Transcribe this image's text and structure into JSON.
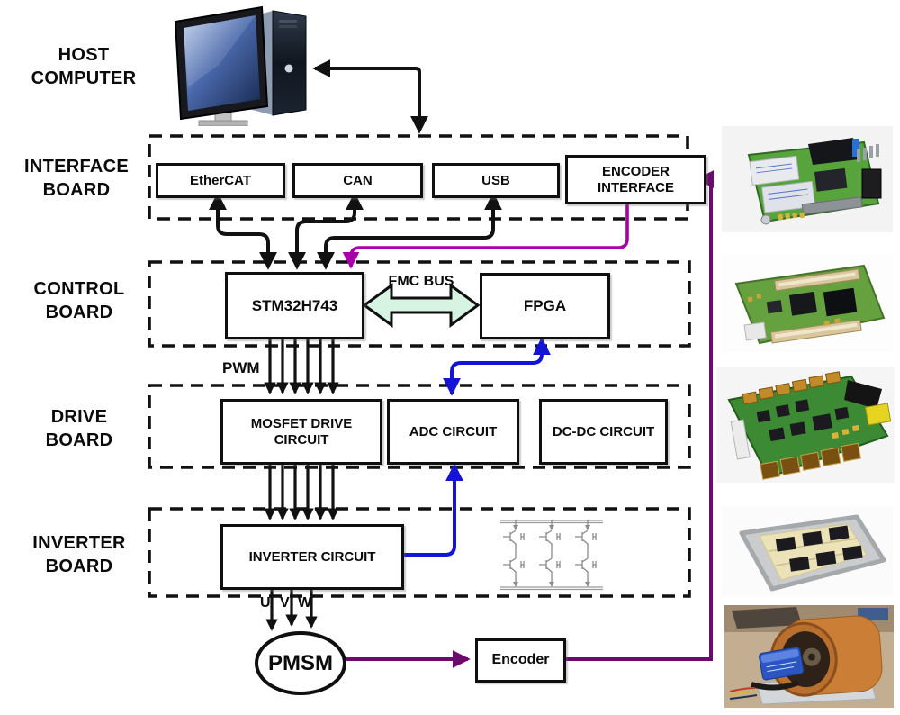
{
  "labels": {
    "host": "HOST COMPUTER",
    "interface_board": "INTERFACE BOARD",
    "control_board": "CONTROL BOARD",
    "drive_board": "DRIVE BOARD",
    "inverter_board": "INVERTER BOARD"
  },
  "blocks": {
    "ethercat": "EtherCAT",
    "can": "CAN",
    "usb": "USB",
    "encoder_interface": "ENCODER INTERFACE",
    "mcu": "STM32H743",
    "fpga": "FPGA",
    "mosfet_drive": "MOSFET DRIVE CIRCUIT",
    "adc": "ADC CIRCUIT",
    "dcdc": "DC-DC CIRCUIT",
    "inverter": "INVERTER CIRCUIT",
    "pmsm": "PMSM",
    "encoder": "Encoder"
  },
  "signals": {
    "fmc_bus": "FMC BUS",
    "pwm": "PWM",
    "phase_u": "U",
    "phase_v": "V",
    "phase_w": "W"
  },
  "colors": {
    "line_black": "#111111",
    "line_blue": "#1414d6",
    "line_magenta": "#a800a8",
    "line_purple": "#6e0a6e",
    "fmc_arrow_fill": "#d7f4e3",
    "schematic_gray": "#8b8b8b"
  },
  "photos": [
    {
      "name": "interface-board-pcb-photo"
    },
    {
      "name": "control-board-pcb-photo"
    },
    {
      "name": "drive-board-pcb-photo"
    },
    {
      "name": "inverter-board-substrate-photo"
    },
    {
      "name": "pmsm-motor-encoder-photo"
    }
  ]
}
